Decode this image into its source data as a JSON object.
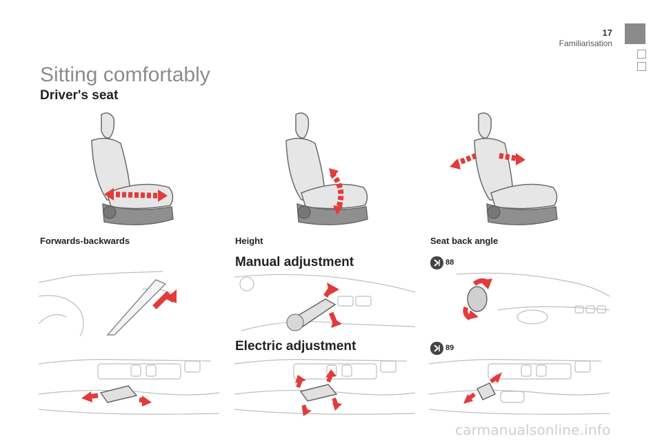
{
  "header": {
    "page_number": "17",
    "chapter": "Familiarisation"
  },
  "title": "Sitting comfortably",
  "section": "Driver's seat",
  "captions": {
    "forwards": "Forwards-backwards",
    "height": "Height",
    "seat_back": "Seat back angle"
  },
  "manual": {
    "heading": "Manual adjustment",
    "ref": "88"
  },
  "electric": {
    "heading": "Electric adjustment",
    "ref": "89"
  },
  "footer": "carmanualsonline.info",
  "colors": {
    "arrow": "#e23b3b",
    "seat_fill": "#e6e6e6",
    "outline": "#6a6a6a",
    "title_gray": "#8c8c8c"
  },
  "icons": [
    "chevron-right-icon",
    "seat-illustration",
    "lever-illustration",
    "switch-illustration"
  ]
}
